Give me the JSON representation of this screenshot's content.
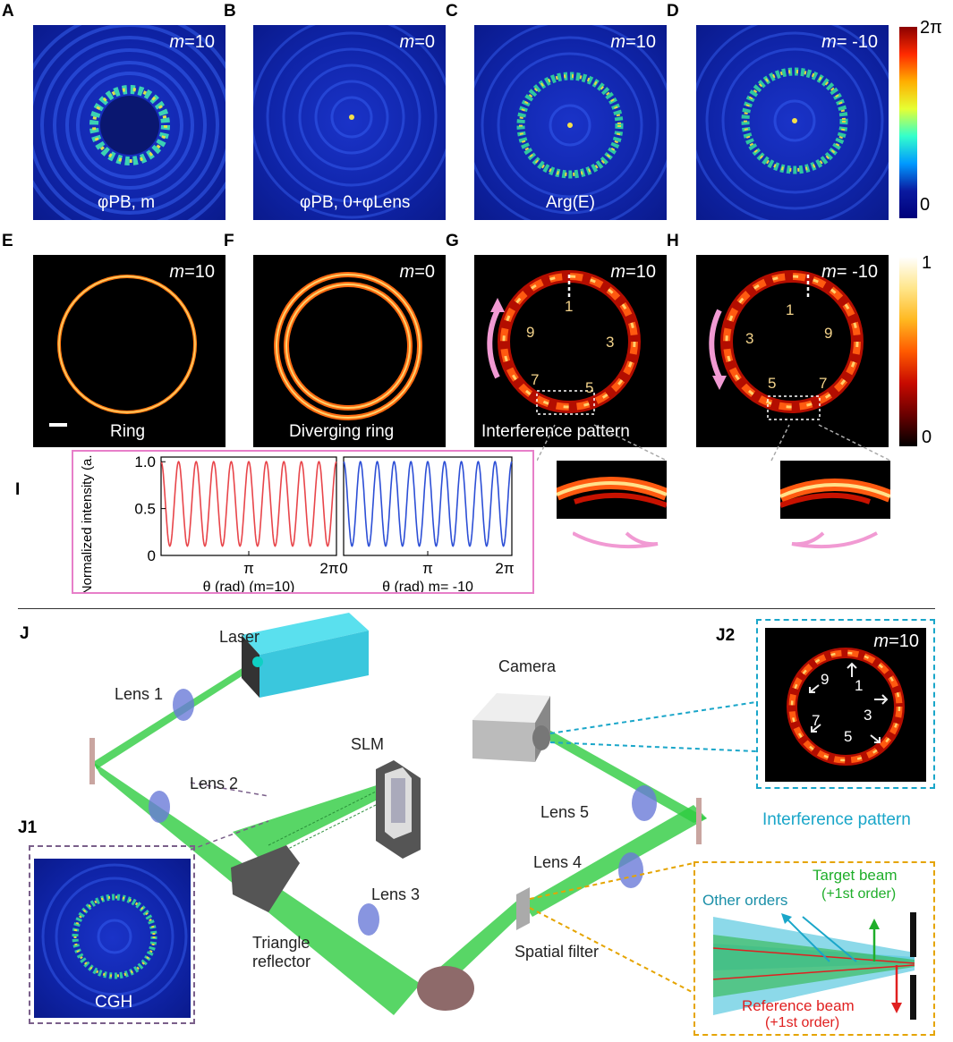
{
  "panel_labels": {
    "A": "A",
    "B": "B",
    "C": "C",
    "D": "D",
    "E": "E",
    "F": "F",
    "G": "G",
    "H": "H",
    "I": "I",
    "J": "J",
    "J1": "J1",
    "J2": "J2"
  },
  "row1": {
    "A": {
      "m_prefix": "m",
      "m_value": "=10",
      "caption": "φPB, m"
    },
    "B": {
      "m_prefix": "m",
      "m_value": "=0",
      "caption": "φPB, 0+φLens"
    },
    "C": {
      "m_prefix": "m",
      "m_value": "=10",
      "caption": "Arg(E)"
    },
    "D": {
      "m_prefix": "m",
      "m_value": "= -10"
    }
  },
  "phase_colorbar": {
    "max": "2π",
    "min": "0"
  },
  "row2": {
    "E": {
      "m_prefix": "m",
      "m_value": "=10",
      "caption": "Ring"
    },
    "F": {
      "m_prefix": "m",
      "m_value": "=0",
      "caption": "Diverging ring"
    },
    "G": {
      "m_prefix": "m",
      "m_value": "=10",
      "caption": "Interference pattern",
      "numbers": [
        "1",
        "3",
        "5",
        "7",
        "9"
      ]
    },
    "H": {
      "m_prefix": "m",
      "m_value": "= -10",
      "numbers": [
        "1",
        "9",
        "7",
        "5",
        "3"
      ]
    }
  },
  "intensity_colorbar": {
    "max": "1",
    "min": "0"
  },
  "chart_data": [
    {
      "type": "line",
      "ylabel": "Normalized intensity (a. u.)",
      "xlabel": "θ (rad)  (m=10)",
      "yticks": [
        "0",
        "0.5",
        "1.0"
      ],
      "xticks": [
        "π",
        "2π"
      ],
      "xlim": [
        0,
        6.2832
      ],
      "ylim": [
        0,
        1.05
      ],
      "series": [
        {
          "color": "#e8454a",
          "cycles": 10,
          "min": 0.1,
          "max": 1.0
        }
      ]
    },
    {
      "type": "line",
      "xlabel": "θ (rad)  m= -10",
      "xticks": [
        "0",
        "π",
        "2π"
      ],
      "xlim": [
        0,
        6.2832
      ],
      "ylim": [
        0,
        1.05
      ],
      "series": [
        {
          "color": "#2d4fd6",
          "cycles": 10,
          "min": 0.1,
          "max": 1.0
        }
      ]
    }
  ],
  "setup": {
    "laser": "Laser",
    "lens1": "Lens 1",
    "lens2": "Lens 2",
    "lens3": "Lens 3",
    "lens4": "Lens 4",
    "lens5": "Lens 5",
    "slm": "SLM",
    "camera": "Camera",
    "triangle_reflector": "Triangle\nreflector",
    "spatial_filter": "Spatial filter",
    "cgh": "CGH",
    "interference_pattern": "Interference pattern",
    "j2_m_prefix": "m",
    "j2_m_value": "=10",
    "j2_numbers": [
      "1",
      "3",
      "5",
      "7",
      "9"
    ],
    "other_orders": "Other orders",
    "target_beam": "Target beam",
    "target_order": "(+1st order)",
    "reference_beam": "Reference beam",
    "reference_order": "(+1st order)"
  },
  "colors": {
    "beam_green": "#2ecc40",
    "cyan_box": "#1aa6c9",
    "orange_box": "#e5a400",
    "purple_box": "#7a5f8a",
    "pink_box": "#e77fc9",
    "red_curve": "#e8454a",
    "blue_curve": "#2d4fd6"
  }
}
